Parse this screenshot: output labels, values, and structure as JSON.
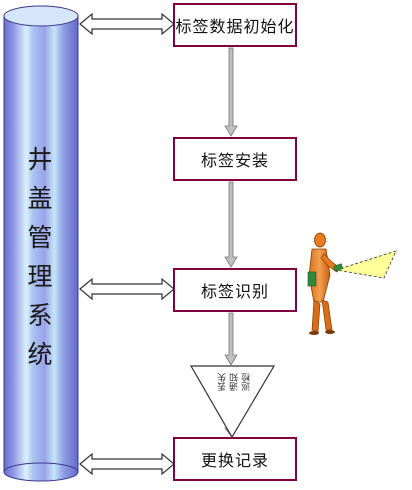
{
  "system_title_chars": [
    "井",
    "盖",
    "管",
    "理",
    "系",
    "统"
  ],
  "steps": [
    "标签数据初始化",
    "标签安装",
    "标签识别",
    "更换记录"
  ],
  "decision_lines": [
    "丢失",
    "通知",
    "巡检"
  ],
  "colors": {
    "box_border": "#800040",
    "arrow_fill": "#c0c0c0",
    "cylinder": "#8a8ee0",
    "person": "#e07820",
    "beam": "#ffff99"
  }
}
